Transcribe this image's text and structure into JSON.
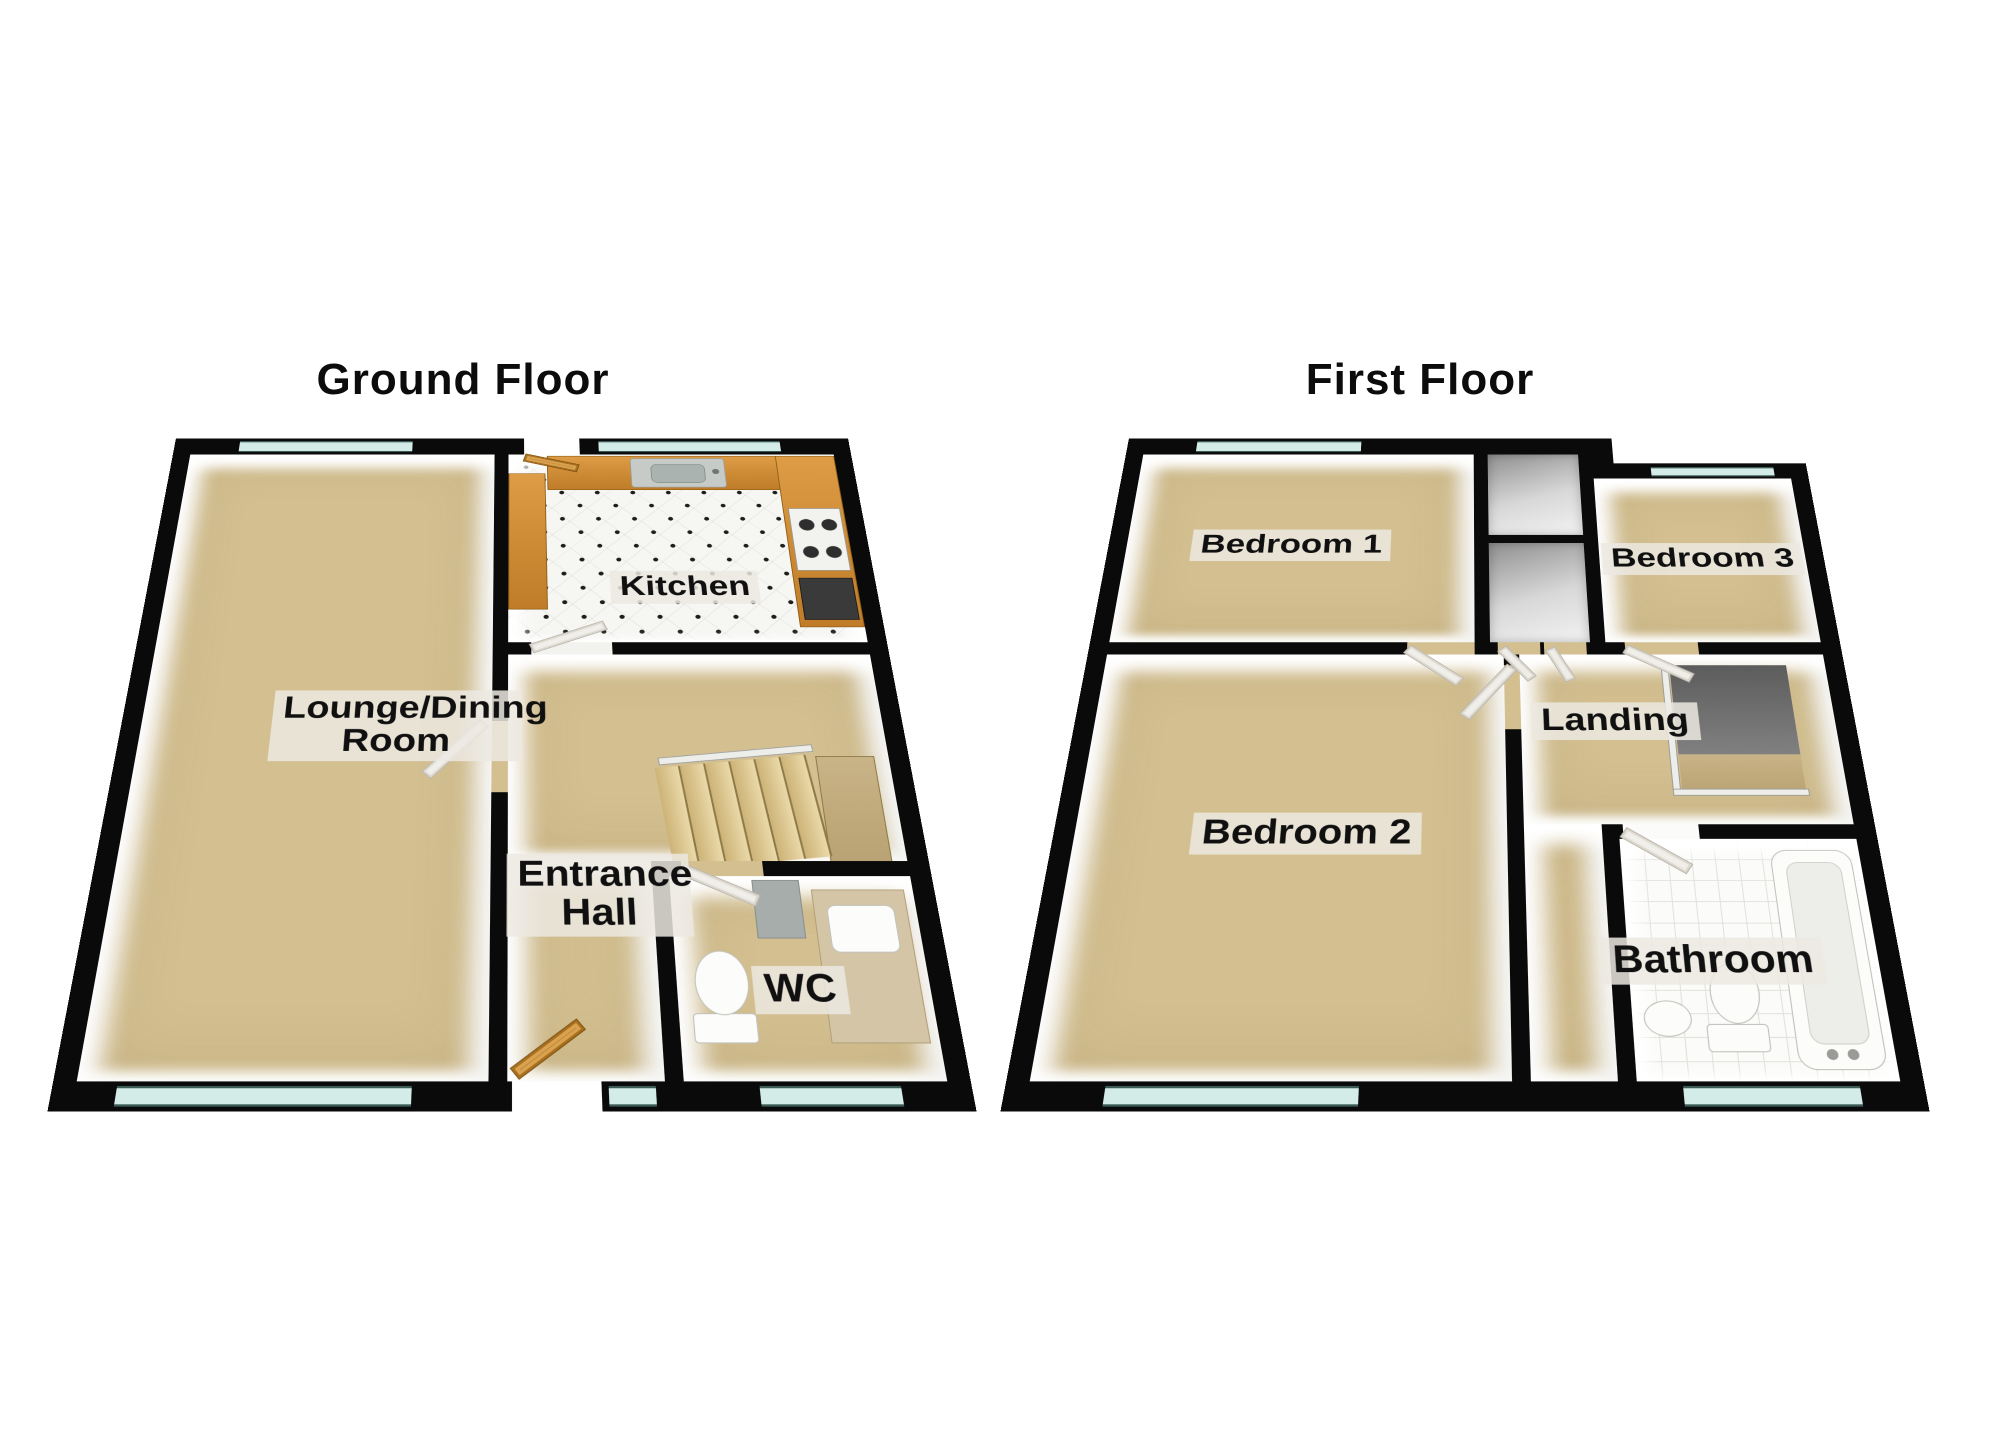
{
  "page": {
    "background": "#ffffff"
  },
  "palette": {
    "wall": "#0a0a0a",
    "floor_tan": "#d3bf90",
    "tile_white": "#f6f6f3",
    "window_glass": "#d4ece8",
    "window_frame": "#3c5a56",
    "wood_door": "#c9862c",
    "internal_door": "#f4f2ed",
    "kitchen_counter": "#d9943c",
    "stairs_beige": "#dcc894",
    "stairwell_gray": "#6f6f6f",
    "cupboard_gray": "#b5b5b5",
    "label_bg": "#e9e6df",
    "label_text": "#101010",
    "page_bg": "#ffffff"
  },
  "floors": [
    {
      "title": "Ground Floor",
      "rooms": [
        {
          "label": "Lounge/Dining Room"
        },
        {
          "label": "Kitchen"
        },
        {
          "label": "Entrance Hall"
        },
        {
          "label": "WC"
        }
      ]
    },
    {
      "title": "First Floor",
      "rooms": [
        {
          "label": "Bedroom 1"
        },
        {
          "label": "Bedroom 3"
        },
        {
          "label": "Landing"
        },
        {
          "label": "Bedroom 2"
        },
        {
          "label": "Bathroom"
        }
      ]
    }
  ]
}
